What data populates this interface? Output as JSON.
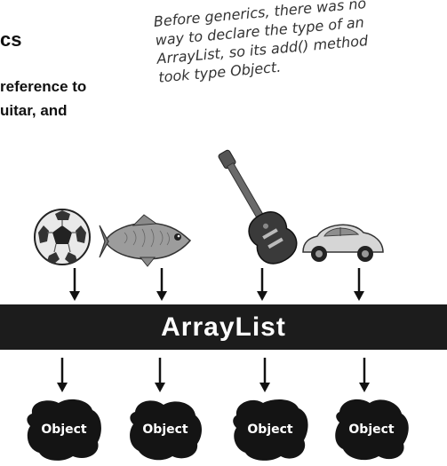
{
  "text": {
    "heading_fragment": "cs",
    "body_line_1": "reference to",
    "body_line_2": "uitar, and"
  },
  "annotation": {
    "lines": [
      "Before generics, there was no",
      "way to declare the type of an",
      "ArrayList, so its add() method",
      "took type Object."
    ]
  },
  "diagram": {
    "inputs": [
      {
        "name": "soccer-ball",
        "icon": "soccer-ball-icon"
      },
      {
        "name": "fish",
        "icon": "fish-icon"
      },
      {
        "name": "guitar",
        "icon": "guitar-icon"
      },
      {
        "name": "car",
        "icon": "car-icon"
      }
    ],
    "container_label": "ArrayList",
    "outputs": [
      "Object",
      "Object",
      "Object",
      "Object"
    ]
  },
  "colors": {
    "bar": "#1c1c1c",
    "blob": "#141414",
    "label": "#ffffff"
  }
}
